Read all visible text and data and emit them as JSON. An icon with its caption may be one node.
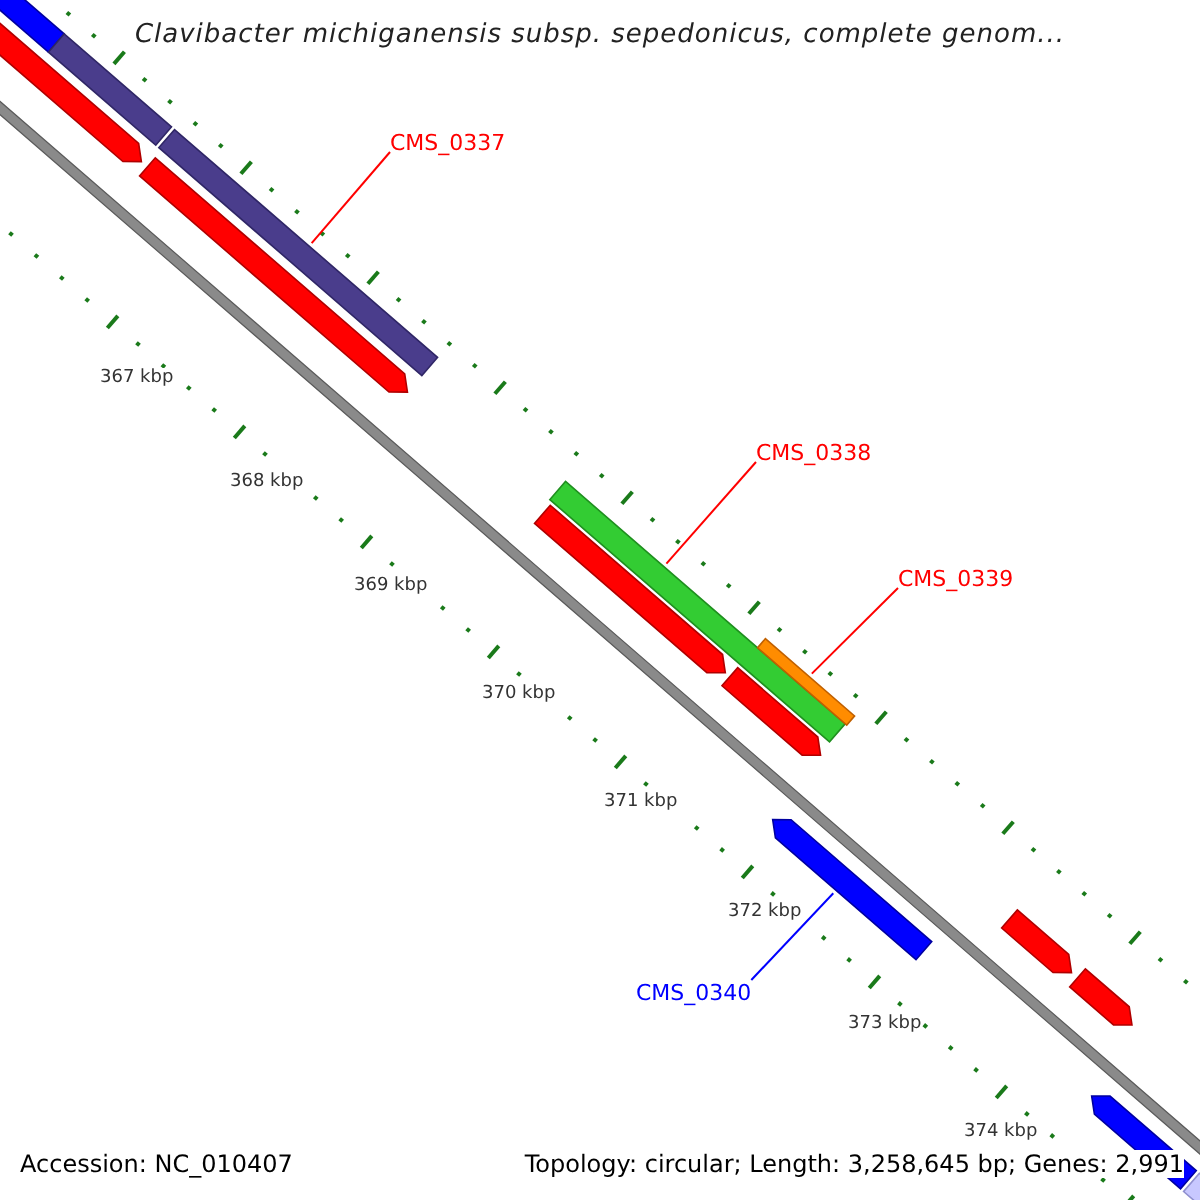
{
  "diagram": {
    "title": "Clavibacter michiganensis subsp. sepedonicus, complete genom...",
    "nodes": [
      {
        "text": [
          "CMS_0337"
        ]
      },
      {
        "text": [],
        "shape": "bar"
      },
      {
        "text": [
          "CMS_0338"
        ]
      },
      {
        "text": [],
        "shape": "bar"
      },
      {
        "text": [
          "CMS_0339"
        ]
      },
      {
        "text": [],
        "shape": "bar"
      },
      {
        "text": [
          "CMS_0340"
        ]
      },
      {
        "text": [],
        "shape": "arrow"
      },
      {
        "text": [],
        "shape": "bar"
      },
      {
        "text": [],
        "shape": "bar"
      },
      {
        "text": [],
        "shape": "arrow"
      },
      {
        "text": [],
        "shape": "arrow"
      },
      {
        "text": [],
        "shape": "arrow"
      },
      {
        "text": [],
        "shape": "arrow"
      },
      {
        "text": [],
        "shape": "arrow"
      },
      {
        "text": [],
        "shape": "arrow"
      },
      {
        "text": [],
        "shape": "arrow"
      },
      {
        "text": [],
        "shape": "bar"
      }
    ],
    "edges": [
      {
        "from": 0,
        "to": 1,
        "arrow": "none"
      },
      {
        "from": 2,
        "to": 3,
        "arrow": "none"
      },
      {
        "from": 4,
        "to": 5,
        "arrow": "none"
      },
      {
        "from": 6,
        "to": 7,
        "arrow": "none",
        "color": "#0000ff"
      }
    ],
    "labels": [
      "367 kbp",
      "368 kbp",
      "369 kbp",
      "370 kbp",
      "371 kbp",
      "372 kbp",
      "373 kbp",
      "374 kbp",
      "Accession: NC_010407",
      "Topology: circular; Length: 3,258,645 bp; Genes: 2,991"
    ]
  }
}
